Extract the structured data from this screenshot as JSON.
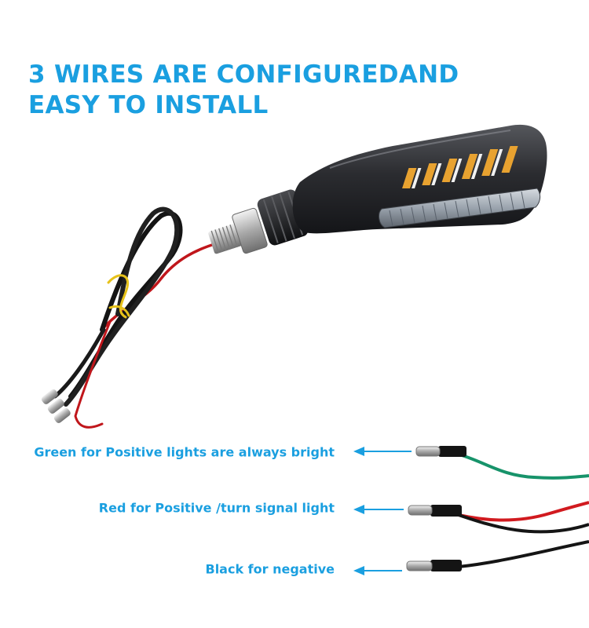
{
  "headline": {
    "line1": "3 WIRES ARE CONFIGUREDAND",
    "line2": "EASY TO INSTALL"
  },
  "wire_labels": [
    {
      "text": "Green for Positive lights are always bright",
      "wire_color": "#17936a"
    },
    {
      "text": "Red for Positive /turn signal light",
      "wire_color": "#d11a1f"
    },
    {
      "text": "Black for negative",
      "wire_color": "#151515"
    }
  ],
  "colors": {
    "accent": "#1a9fe0",
    "housing": "#2b2c30",
    "amber_led": "#e8a230",
    "tape": "#e7c21a"
  },
  "icons": [
    "arrow-left-icon",
    "turn-signal-light-image",
    "wire-terminal-icon"
  ]
}
